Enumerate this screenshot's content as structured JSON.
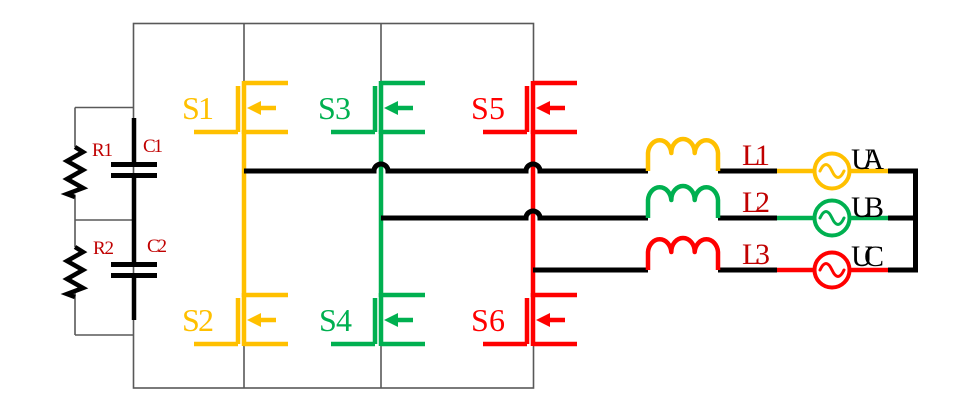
{
  "schematic": {
    "dc_link": {
      "resistors": [
        "R1",
        "R2"
      ],
      "capacitors": [
        "C1",
        "C2"
      ]
    },
    "switches": [
      "S1",
      "S2",
      "S3",
      "S4",
      "S5",
      "S6"
    ],
    "inductors": [
      "L1",
      "L2",
      "L3"
    ],
    "ac_sources": [
      "UA",
      "UB",
      "UC"
    ],
    "colors": {
      "phase_a": "#FFC000",
      "phase_b": "#00B050",
      "phase_c": "#FF0000",
      "component_labels": "#C00000",
      "wires": "#000000",
      "frame": "#595959"
    }
  }
}
